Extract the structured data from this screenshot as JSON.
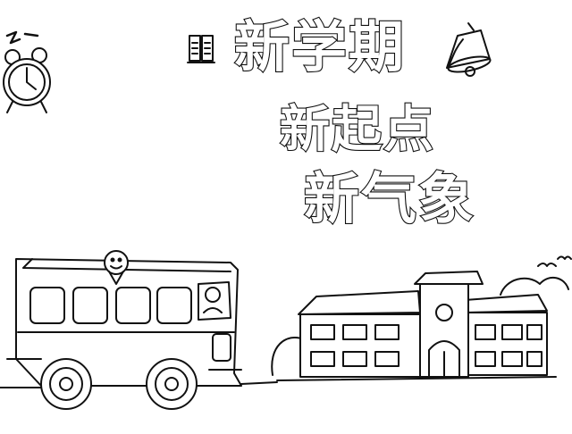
{
  "headline": {
    "line1": "新学期",
    "line2": "新起点",
    "line3": "新气象"
  },
  "icons": {
    "book": "book-icon",
    "alarm_clock": "alarm-clock-icon",
    "bell": "bell-icon",
    "smiley_pin": "smiley-location-pin-icon"
  },
  "colors": {
    "ink": "#111111",
    "paper": "#ffffff"
  }
}
